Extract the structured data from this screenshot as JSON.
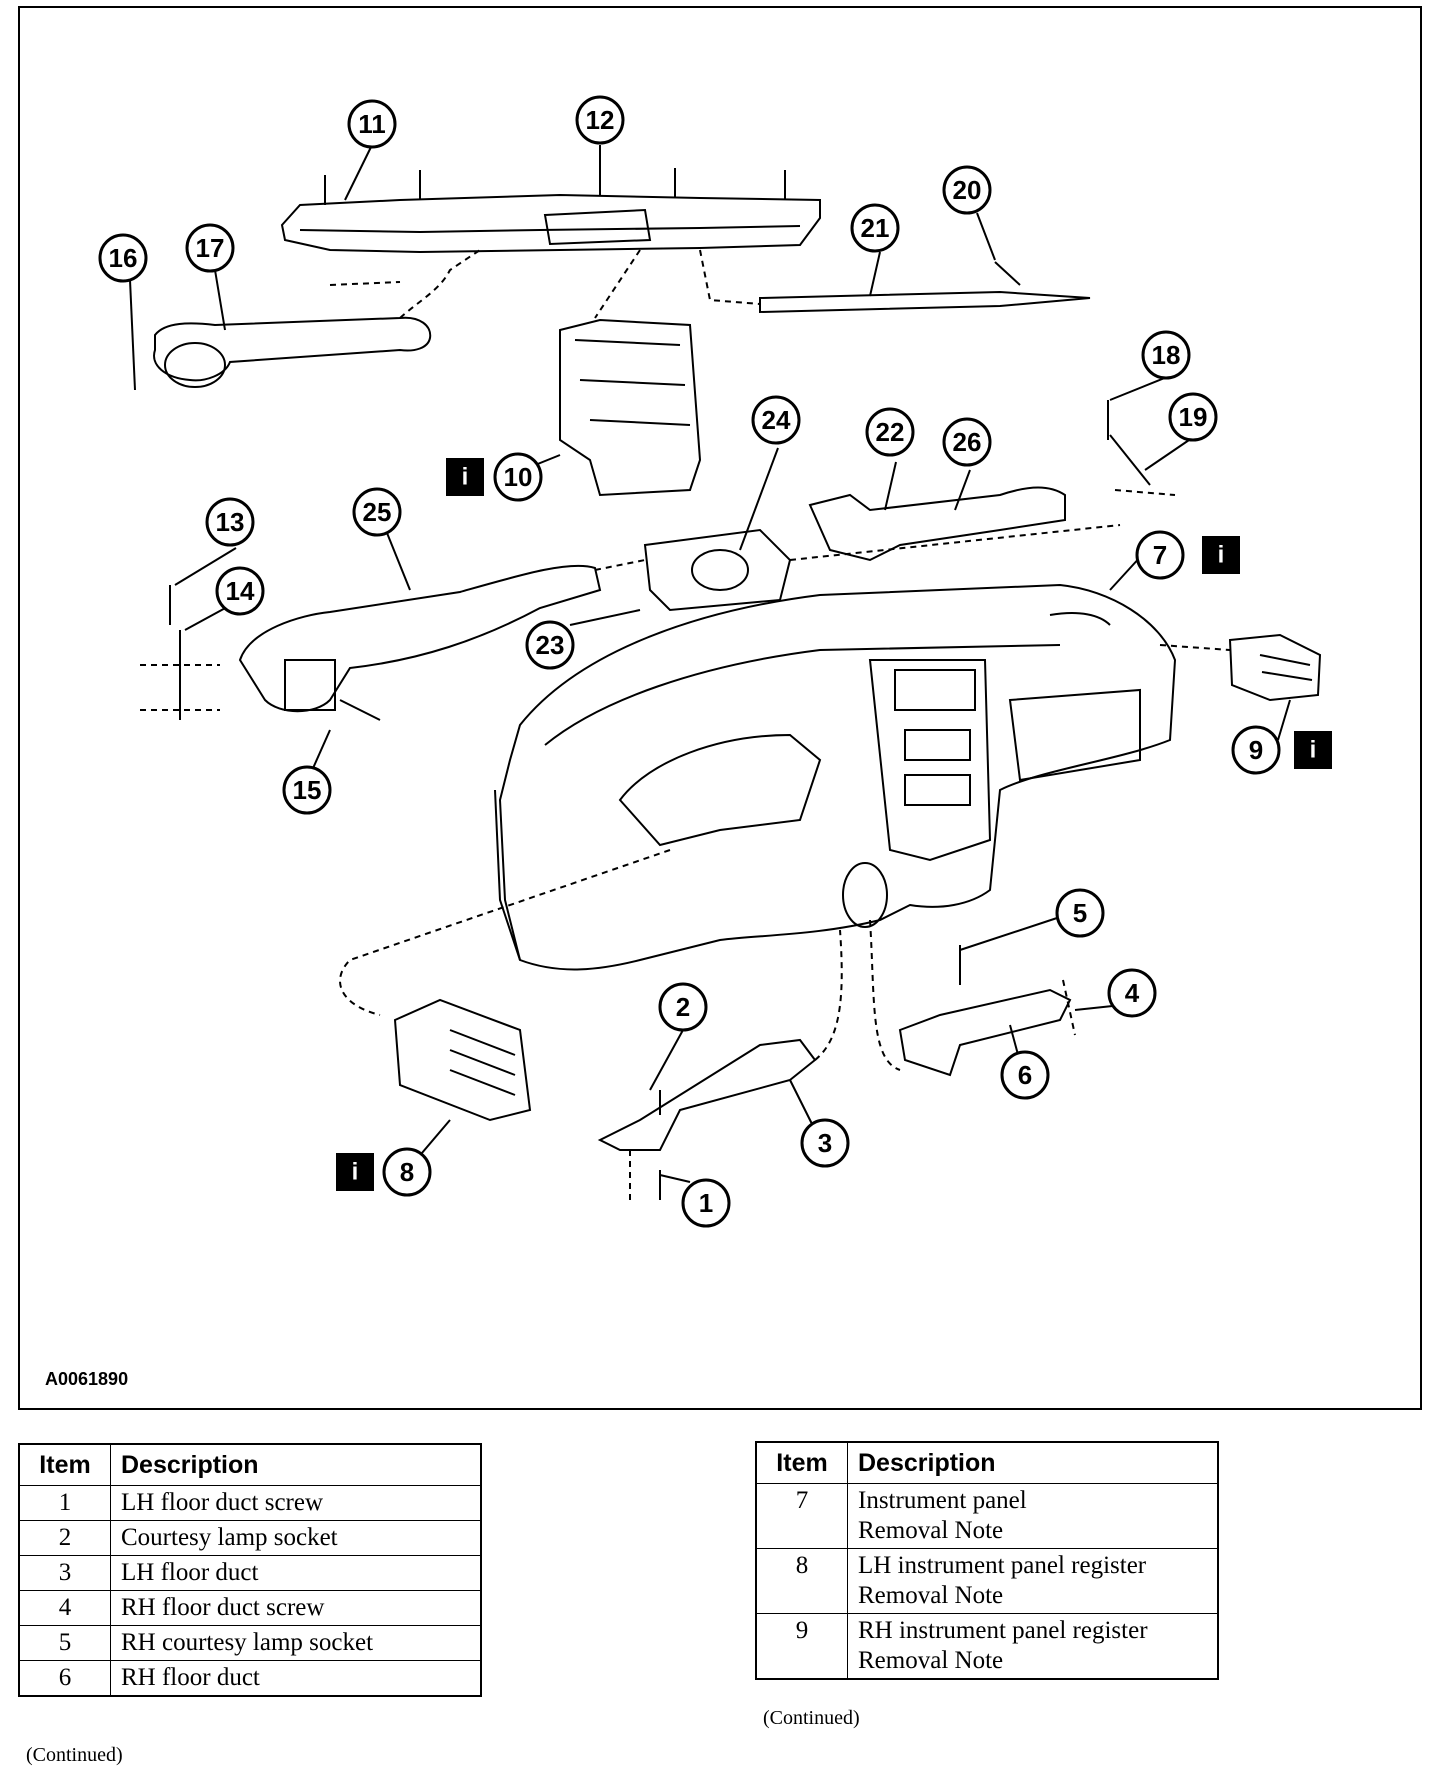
{
  "figure_ref": "A0061890",
  "callouts": [
    {
      "n": "1"
    },
    {
      "n": "2"
    },
    {
      "n": "3"
    },
    {
      "n": "4"
    },
    {
      "n": "5"
    },
    {
      "n": "6"
    },
    {
      "n": "7"
    },
    {
      "n": "8"
    },
    {
      "n": "9"
    },
    {
      "n": "10"
    },
    {
      "n": "11"
    },
    {
      "n": "12"
    },
    {
      "n": "13"
    },
    {
      "n": "14"
    },
    {
      "n": "15"
    },
    {
      "n": "16"
    },
    {
      "n": "17"
    },
    {
      "n": "18"
    },
    {
      "n": "19"
    },
    {
      "n": "20"
    },
    {
      "n": "21"
    },
    {
      "n": "22"
    },
    {
      "n": "23"
    },
    {
      "n": "24"
    },
    {
      "n": "25"
    },
    {
      "n": "26"
    }
  ],
  "info_icon_glyph": "i",
  "info_marked_items": [
    "7",
    "8",
    "9",
    "10"
  ],
  "table_left": {
    "headers": {
      "item": "Item",
      "description": "Description"
    },
    "rows": [
      {
        "item": "1",
        "description": "LH floor duct screw"
      },
      {
        "item": "2",
        "description": "Courtesy lamp socket"
      },
      {
        "item": "3",
        "description": "LH floor duct"
      },
      {
        "item": "4",
        "description": "RH floor duct screw"
      },
      {
        "item": "5",
        "description": "RH courtesy lamp socket"
      },
      {
        "item": "6",
        "description": "RH floor duct"
      }
    ],
    "continued": "(Continued)"
  },
  "table_right": {
    "headers": {
      "item": "Item",
      "description": "Description"
    },
    "rows": [
      {
        "item": "7",
        "description": "Instrument panel",
        "note": "Removal Note"
      },
      {
        "item": "8",
        "description": "LH instrument panel register",
        "note": "Removal Note"
      },
      {
        "item": "9",
        "description": "RH instrument panel register",
        "note": "Removal Note"
      }
    ],
    "continued": "(Continued)"
  }
}
